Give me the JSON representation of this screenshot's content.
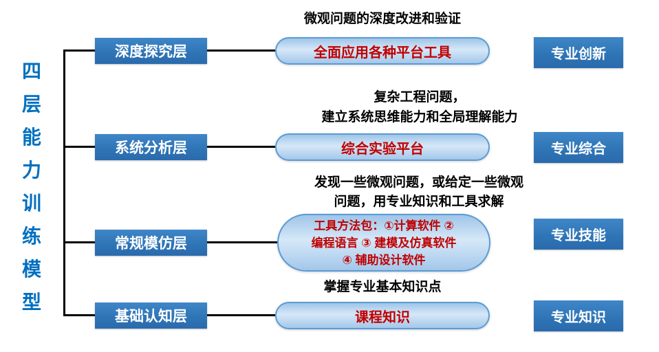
{
  "model_title": "四层能力训练模型",
  "rows": [
    {
      "layer": "深度探究层",
      "caption": "微观问题的深度改进和验证",
      "pill": "全面应用各种平台工具",
      "outcome": "专业创新"
    },
    {
      "layer": "系统分析层",
      "caption": "复杂工程问题，\n建立系统思维能力和全局理解能力",
      "pill": "综合实验平台",
      "outcome": "专业综合"
    },
    {
      "layer": "常规模仿层",
      "caption": "发现一些微观问题，或给定一些微观\n问题，用专业知识和工具求解",
      "pill": "工具方法包：①计算软件 ②\n编程语言 ③ 建模及仿真软件\n④ 辅助设计软件",
      "outcome": "专业技能"
    },
    {
      "layer": "基础认知层",
      "caption": "掌握专业基本知识点",
      "pill": "课程知识",
      "outcome": "专业知识"
    }
  ],
  "colors": {
    "title_text": "#0070c0",
    "layer_box_fill": "#2e74b5",
    "layer_box_text": "#ffffff",
    "pill_fill_light": "#d6e8f8",
    "pill_fill_dark": "#9fc5e8",
    "pill_border": "#5b9bd5",
    "pill_text": "#c00000",
    "outcome_box_fill": "#2e74b5",
    "outcome_box_text": "#ffffff",
    "caption_text": "#000000",
    "connector_line": "#000000"
  }
}
